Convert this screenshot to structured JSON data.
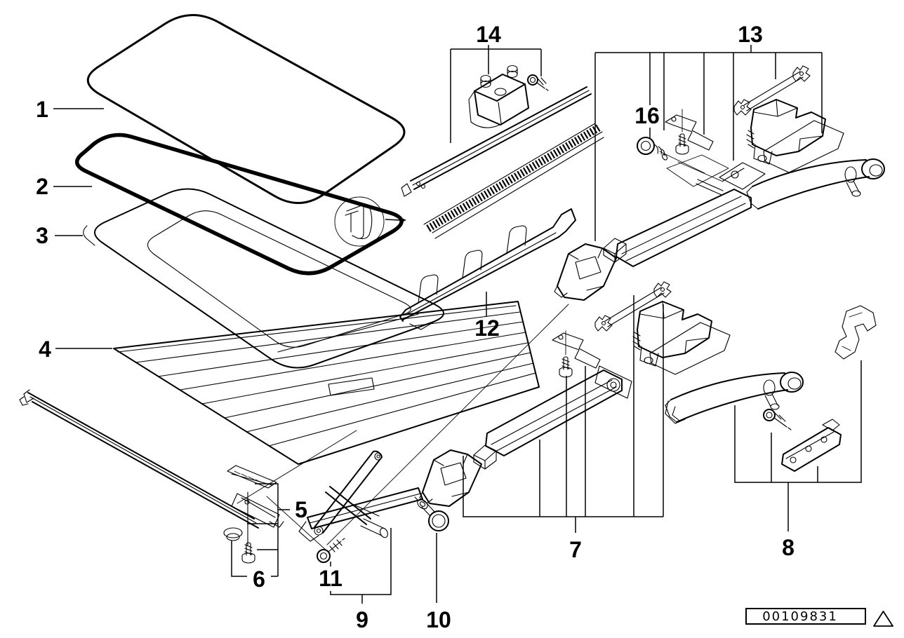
{
  "diagram": {
    "callouts": {
      "c1": "1",
      "c2": "2",
      "c3": "3",
      "c4": "4",
      "c5": "5",
      "c6": "6",
      "c7": "7",
      "c8": "8",
      "c9": "9",
      "c10": "10",
      "c11": "11",
      "c12": "12",
      "c13": "13",
      "c14": "14",
      "c16": "16"
    },
    "footer": {
      "part_number": "00109831",
      "warning_icon": "warning-triangle-icon"
    },
    "colors": {
      "line": "#000000",
      "background": "#ffffff"
    }
  }
}
